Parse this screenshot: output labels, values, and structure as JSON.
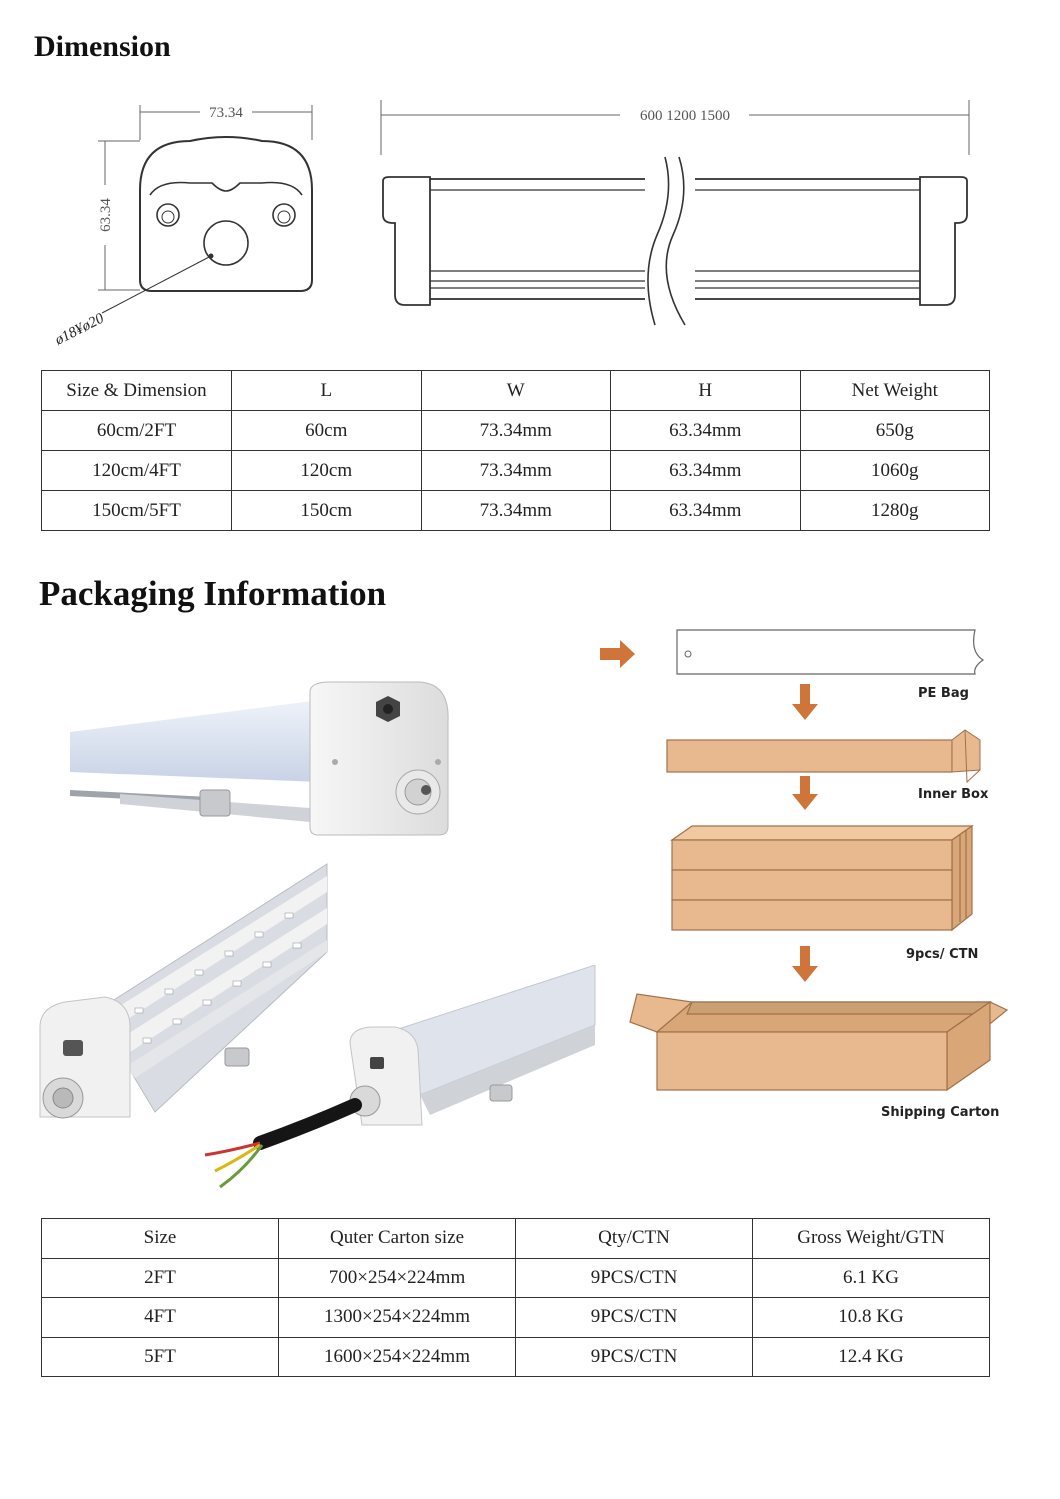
{
  "dimension": {
    "title": "Dimension",
    "drawing": {
      "width_label": "73.34",
      "height_label": "63.34",
      "hole_label": "ø18¥ø20",
      "length_label": "600  1200  1500"
    },
    "table": {
      "headers": [
        "Size & Dimension",
        "L",
        "W",
        "H",
        "Net Weight"
      ],
      "rows": [
        [
          "60cm/2FT",
          "60cm",
          "73.34mm",
          "63.34mm",
          "650g"
        ],
        [
          "120cm/4FT",
          "120cm",
          "73.34mm",
          "63.34mm",
          "1060g"
        ],
        [
          "150cm/5FT",
          "150cm",
          "73.34mm",
          "63.34mm",
          "1280g"
        ]
      ]
    }
  },
  "packaging": {
    "title": "Packaging Information",
    "flow": {
      "pe_bag": "PE Bag",
      "inner_box": "Inner Box",
      "per_carton": "9pcs/ CTN",
      "shipping_carton": "Shipping Carton"
    },
    "colors": {
      "arrow": "#d0753a",
      "cardboard": "#e8b98e",
      "cardboard_edge": "#a0714a"
    },
    "table": {
      "headers": [
        "Size",
        "Quter Carton size",
        "Qty/CTN",
        "Gross Weight/GTN"
      ],
      "rows": [
        [
          "2FT",
          "700×254×224mm",
          "9PCS/CTN",
          "6.1 KG"
        ],
        [
          "4FT",
          "1300×254×224mm",
          "9PCS/CTN",
          "10.8 KG"
        ],
        [
          "5FT",
          "1600×254×224mm",
          "9PCS/CTN",
          "12.4 KG"
        ]
      ]
    }
  }
}
